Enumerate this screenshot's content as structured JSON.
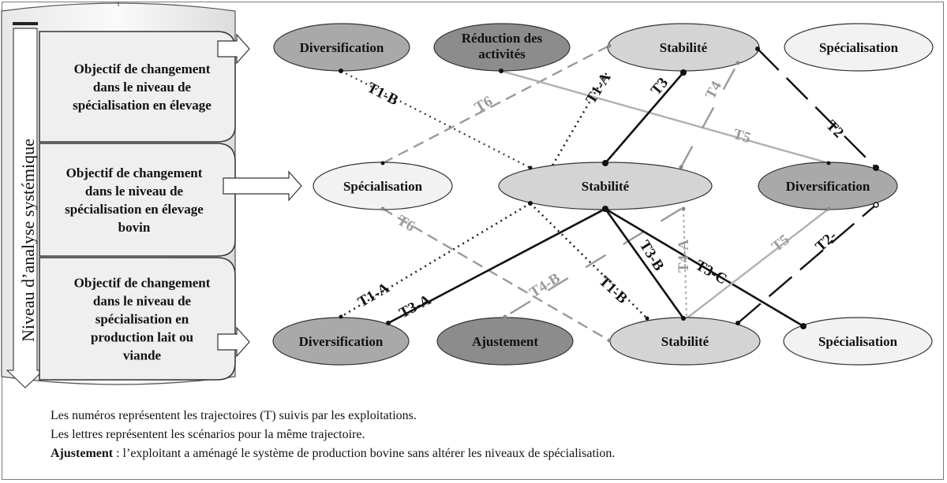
{
  "axis_label": "Niveau d’analyse systémique",
  "levels": [
    {
      "id": "elevage",
      "lines": [
        "Objectif de changement",
        "dans le niveau de",
        "spécialisation en élevage"
      ]
    },
    {
      "id": "bovin",
      "lines": [
        "Objectif de changement",
        "dans le niveau de",
        "spécialisation en élevage",
        "bovin"
      ]
    },
    {
      "id": "production",
      "lines": [
        "Objectif de changement",
        "dans le niveau de",
        "spécialisation en",
        "production lait ou",
        "viande"
      ]
    }
  ],
  "nodes": [
    {
      "id": "r1-diversification",
      "lines": [
        "Diversification"
      ],
      "fill": "#a9a9a9"
    },
    {
      "id": "r1-reduction",
      "lines": [
        "Réduction des",
        "activités"
      ],
      "fill": "#8c8c8c"
    },
    {
      "id": "r1-stabilite",
      "lines": [
        "Stabilité"
      ],
      "fill": "#d4d4d4"
    },
    {
      "id": "r1-specialisation",
      "lines": [
        "Spécialisation"
      ],
      "fill": "#f2f2f2"
    },
    {
      "id": "r2-specialisation",
      "lines": [
        "Spécialisation"
      ],
      "fill": "#f2f2f2"
    },
    {
      "id": "r2-stabilite",
      "lines": [
        "Stabilité"
      ],
      "fill": "#d4d4d4"
    },
    {
      "id": "r2-diversification",
      "lines": [
        "Diversification"
      ],
      "fill": "#a9a9a9"
    },
    {
      "id": "r3-diversification",
      "lines": [
        "Diversification"
      ],
      "fill": "#a9a9a9"
    },
    {
      "id": "r3-ajustement",
      "lines": [
        "Ajustement"
      ],
      "fill": "#8c8c8c"
    },
    {
      "id": "r3-stabilite",
      "lines": [
        "Stabilité"
      ],
      "fill": "#d4d4d4"
    },
    {
      "id": "r3-specialisation",
      "lines": [
        "Spécialisation"
      ],
      "fill": "#f2f2f2"
    }
  ],
  "trajectory_labels": {
    "t1b_top": "T1-B",
    "t1a_top": "T1-A",
    "t6_top": "T6",
    "t3_top": "T3",
    "t4_top": "T4",
    "t5_top": "T5",
    "t2_top": "T2",
    "t6_bottom": "T6",
    "t1a_bottom": "T1-A",
    "t3a_bottom": "T3-A",
    "t4b_bottom": "T4-B",
    "t1b_bottom": "T1-B",
    "t3b_bottom": "T3-B",
    "t4a_bottom": "T4-A",
    "t3c_bottom": "T3-C",
    "t5_bottom": "T5",
    "t2_bottom": "T2-"
  },
  "legend": {
    "line1": "Les numéros représentent les trajectoires (T) suivis par les exploitations.",
    "line2": "Les lettres représentent les scénarios pour la même trajectoire.",
    "line3_bold": "Ajustement",
    "line3_rest": " : l’exploitant a aménagé le système de production bovine sans altérer les niveaux de spécialisation."
  },
  "colors": {
    "solid": "#111111",
    "gray": "#9a9a9a",
    "gray_light": "#b0b0b0"
  }
}
